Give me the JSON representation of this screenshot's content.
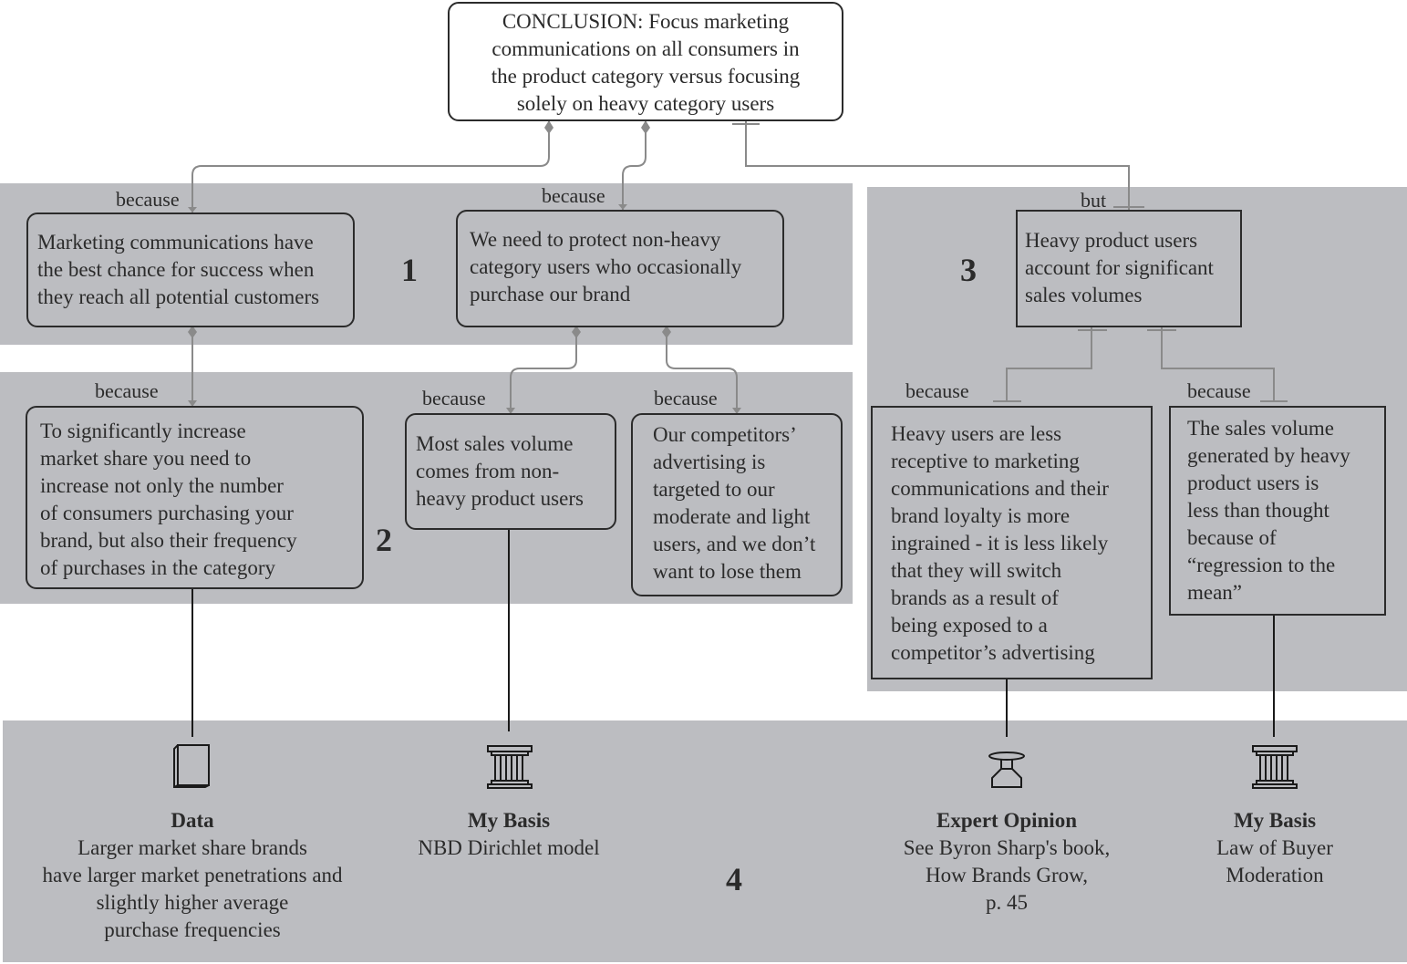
{
  "conclusion": {
    "text": "CONCLUSION: Focus marketing\ncommunications on all consumers in\nthe product category versus focusing\nsolely on heavy category users"
  },
  "connectors": {
    "because": "because",
    "but": "but"
  },
  "section_numbers": {
    "one": "1",
    "two": "2",
    "three": "3",
    "four": "4"
  },
  "reasons": {
    "r1": "Marketing communications have\nthe best chance for success when\nthey reach all potential customers",
    "r2": "We need to protect non-heavy\ncategory users who occasionally\npurchase our brand",
    "r3": "To significantly increase\nmarket share you need to\nincrease not only the number\nof consumers purchasing your\nbrand, but also their frequency\nof purchases in the category",
    "r4": "Most sales volume\ncomes from non-\nheavy product users",
    "r5": "Our competitors’\nadvertising is\ntargeted to our\nmoderate and light\nusers, and we don’t\nwant to lose them"
  },
  "objection": {
    "text": "Heavy product users\naccount for significant\nsales volumes"
  },
  "rebuttals": {
    "b1": "Heavy users are less\nreceptive to marketing\ncommunications and their\nbrand loyalty is more\ningrained - it is less likely\nthat they will switch\nbrands as a result of\nbeing exposed to a\ncompetitor’s advertising",
    "b2": "The sales volume\ngenerated by heavy\nproduct users is\nless than thought\nbecause of\n“regression to the\nmean”"
  },
  "sources": {
    "data": {
      "title": "Data",
      "text": "Larger market share brands\nhave larger market penetrations and\nslightly higher average\npurchase frequencies",
      "icon": "book-icon"
    },
    "basis1": {
      "title": "My Basis",
      "text": "NBD Dirichlet model",
      "icon": "pillar-icon"
    },
    "expert": {
      "title": "Expert Opinion",
      "text": "See Byron Sharp's book,\nHow Brands Grow,\np. 45",
      "icon": "podium-icon"
    },
    "basis2": {
      "title": "My Basis",
      "text": "Law of Buyer\nModeration",
      "icon": "pillar-icon"
    }
  },
  "colors": {
    "band": "#bcbdc1",
    "box_border": "#2b2b2b",
    "text": "#2b2b2b",
    "connector": "#8a8a8a"
  }
}
